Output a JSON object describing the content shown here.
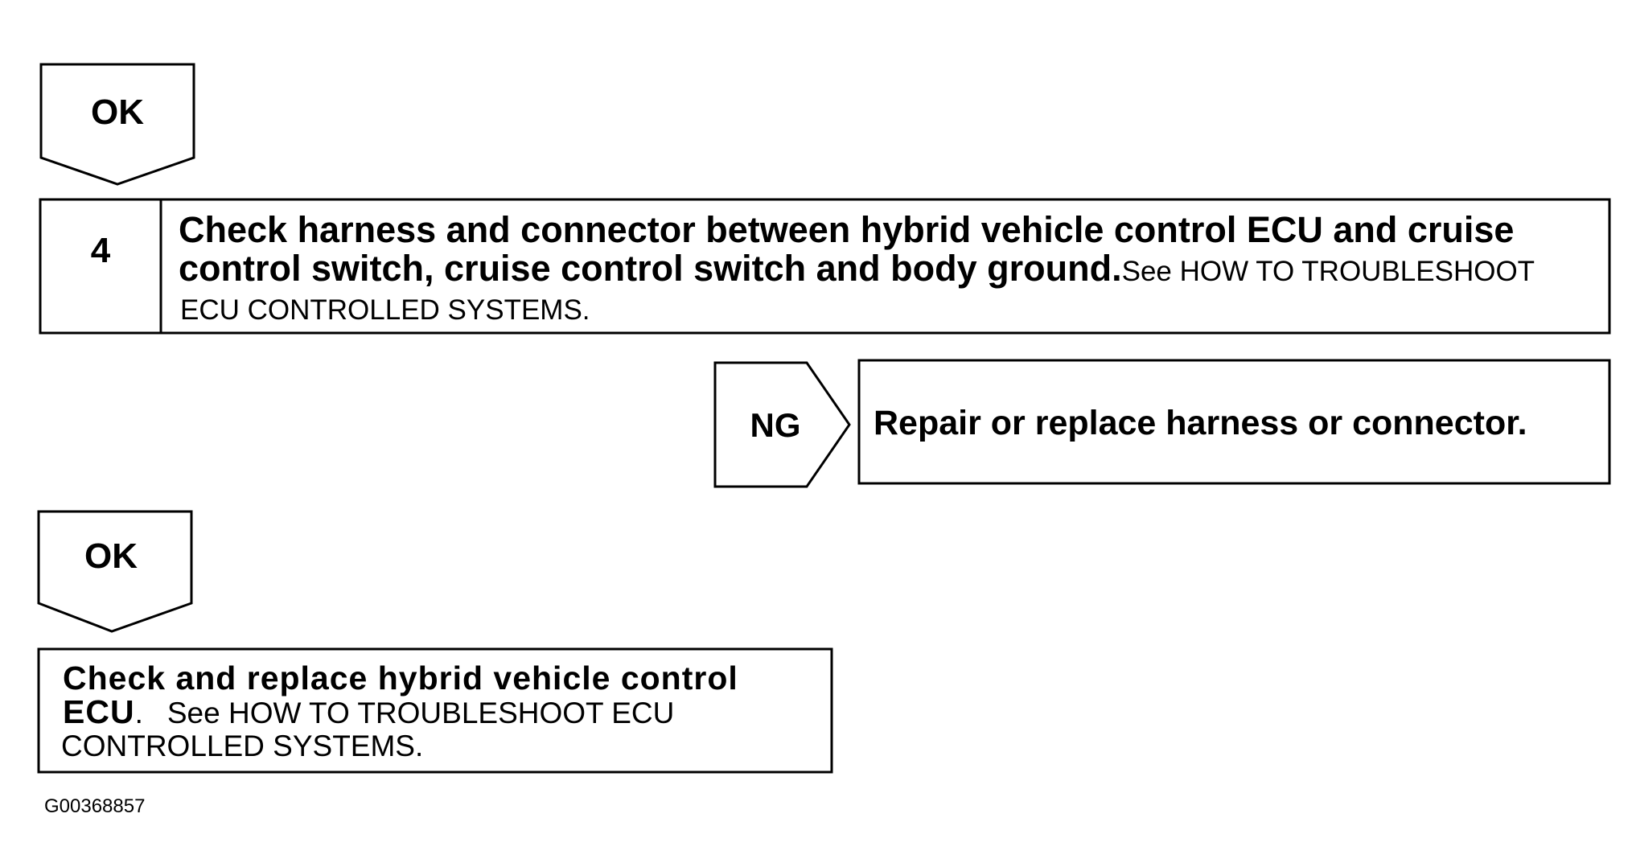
{
  "flowchart": {
    "ok_top": {
      "label": "OK"
    },
    "step4": {
      "number": "4",
      "title": "Check harness and connector between hybrid vehicle control ECU and cruise control switch, cruise control switch and body ground.",
      "title_line1": "Check harness and connector between hybrid vehicle control ECU and cruise",
      "title_line2": "control switch, cruise control switch and body ground.",
      "see_inline": "See HOW TO TROUBLESHOOT",
      "see_line2": "ECU CONTROLLED SYSTEMS."
    },
    "ng_branch": {
      "label": "NG",
      "action": "Repair or replace harness or connector."
    },
    "ok_bottom": {
      "label": "OK"
    },
    "final": {
      "line1": "Check and replace hybrid vehicle control",
      "line2_bold": "ECU",
      "line2_period": ".",
      "see_inline": "See HOW TO TROUBLESHOOT ECU",
      "see_line2": "CONTROLLED SYSTEMS."
    }
  },
  "figure_id": "G00368857"
}
